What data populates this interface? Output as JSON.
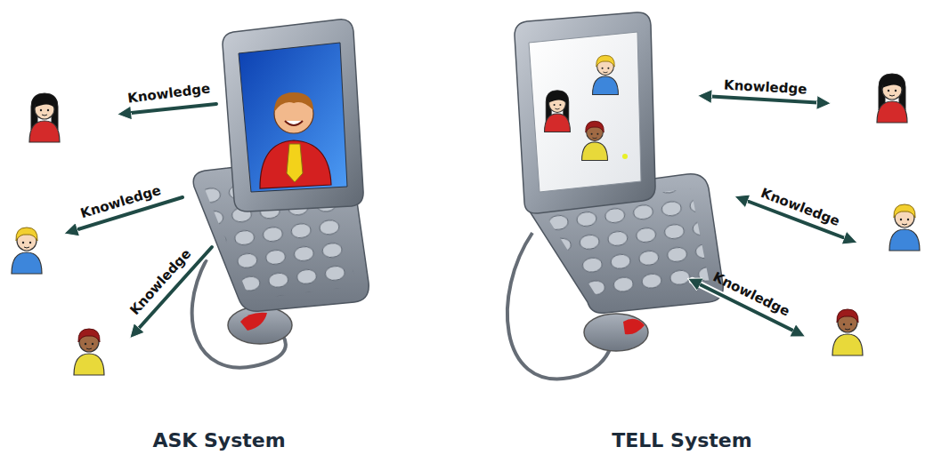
{
  "diagram": {
    "labels": [
      "Knowledge",
      "Knowledge",
      "Knowledge",
      "Knowledge",
      "Knowledge",
      "Knowledge",
      "ASK System",
      "TELL System"
    ]
  }
}
